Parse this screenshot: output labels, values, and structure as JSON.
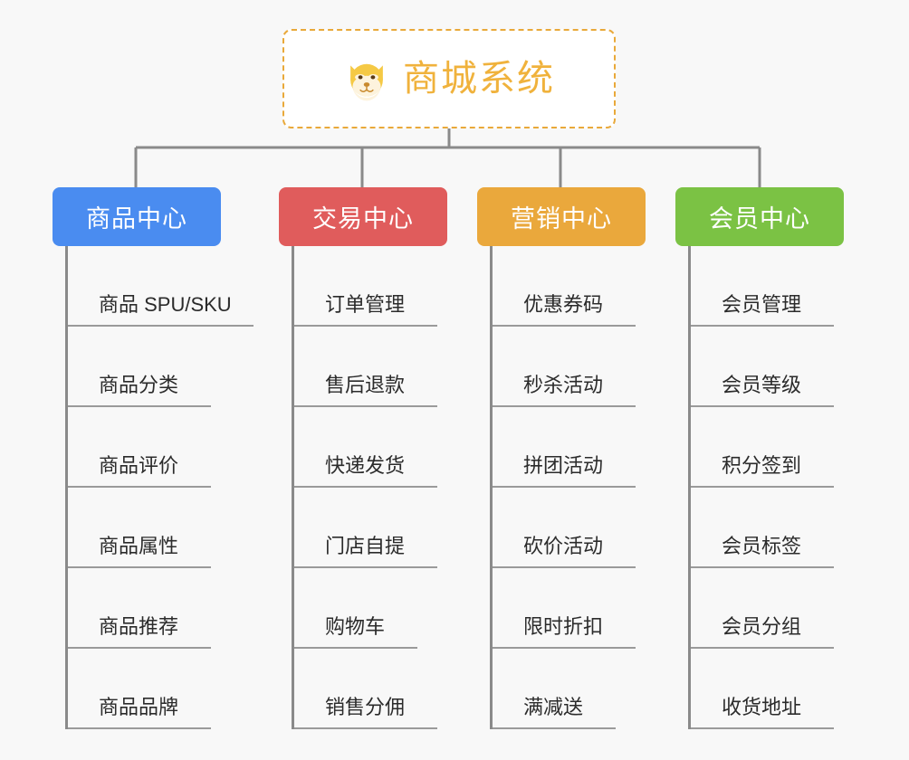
{
  "background_color": "#f8f8f8",
  "root": {
    "title": "商城系统",
    "icon": "shiba-dog-face-icon",
    "text_color": "#f0b23c",
    "border_color": "#e9a93a",
    "fill_color": "#ffffff"
  },
  "connector_color": "#8a8a8a",
  "branches": [
    {
      "label": "商品中心",
      "color": "#4a8cf0",
      "items": [
        {
          "label": "商品 SPU/SKU",
          "rule_width": 205
        },
        {
          "label": "商品分类",
          "rule_width": 158
        },
        {
          "label": "商品评价",
          "rule_width": 158
        },
        {
          "label": "商品属性",
          "rule_width": 158
        },
        {
          "label": "商品推荐",
          "rule_width": 158
        },
        {
          "label": "商品品牌",
          "rule_width": 158
        }
      ]
    },
    {
      "label": "交易中心",
      "color": "#e05c5c",
      "items": [
        {
          "label": "订单管理",
          "rule_width": 158
        },
        {
          "label": "售后退款",
          "rule_width": 158
        },
        {
          "label": "快递发货",
          "rule_width": 158
        },
        {
          "label": "门店自提",
          "rule_width": 158
        },
        {
          "label": "购物车",
          "rule_width": 136
        },
        {
          "label": "销售分佣",
          "rule_width": 158
        }
      ]
    },
    {
      "label": "营销中心",
      "color": "#eaa83c",
      "items": [
        {
          "label": "优惠券码",
          "rule_width": 158
        },
        {
          "label": "秒杀活动",
          "rule_width": 158
        },
        {
          "label": "拼团活动",
          "rule_width": 158
        },
        {
          "label": "砍价活动",
          "rule_width": 158
        },
        {
          "label": "限时折扣",
          "rule_width": 158
        },
        {
          "label": "满减送",
          "rule_width": 136
        }
      ]
    },
    {
      "label": "会员中心",
      "color": "#7bc244",
      "items": [
        {
          "label": "会员管理",
          "rule_width": 158
        },
        {
          "label": "会员等级",
          "rule_width": 158
        },
        {
          "label": "积分签到",
          "rule_width": 158
        },
        {
          "label": "会员标签",
          "rule_width": 158
        },
        {
          "label": "会员分组",
          "rule_width": 158
        },
        {
          "label": "收货地址",
          "rule_width": 158
        }
      ]
    }
  ]
}
